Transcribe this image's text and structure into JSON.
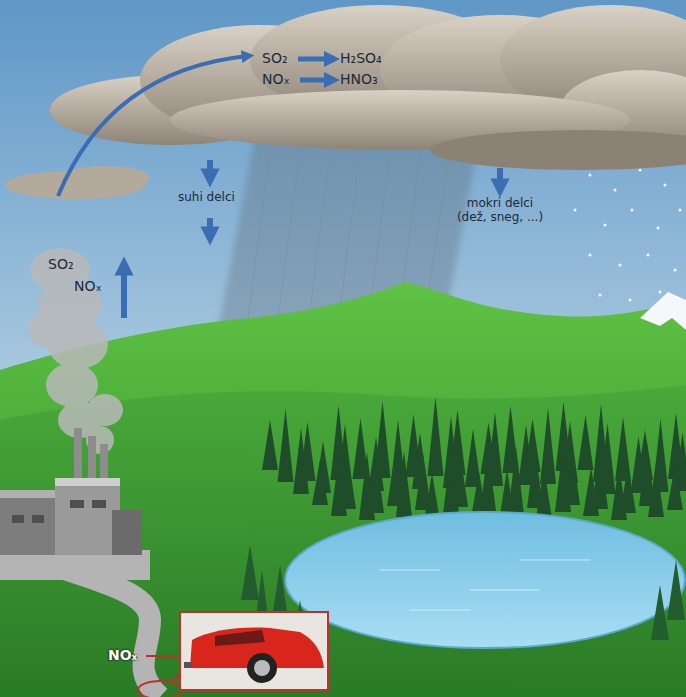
{
  "diagram": {
    "labels": [
      "SO₂",
      "H₂SO₄",
      "NOₓ",
      "HNO₃",
      "suhi delci",
      "mokri delci (dež, sneg, ...)",
      "SO₂",
      "NOₓ",
      "NOₓ"
    ]
  }
}
